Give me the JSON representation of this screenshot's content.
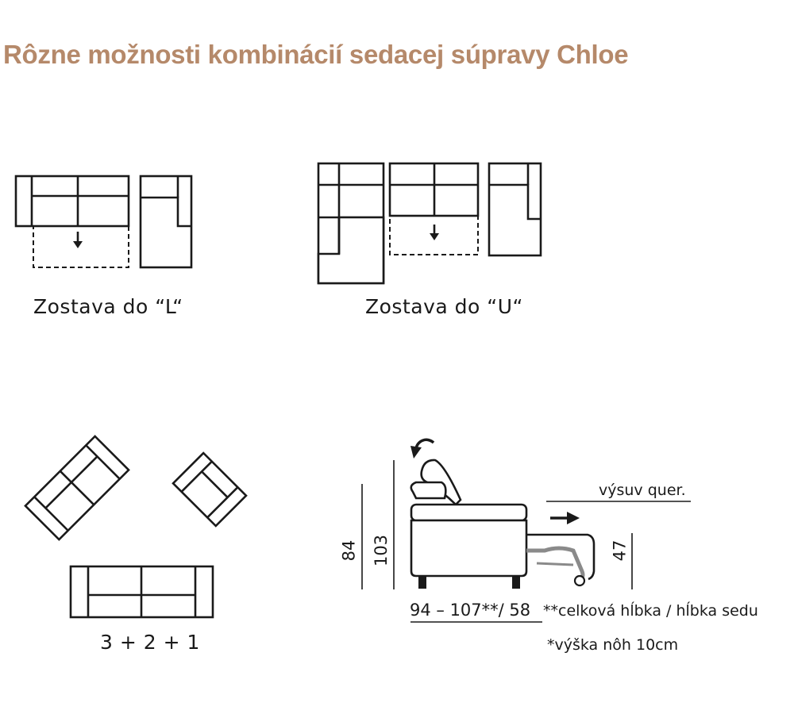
{
  "title": "Rôzne možnosti kombinácií sedacej súpravy Chloe",
  "colors": {
    "title": "#b5896a",
    "lines": "#1a1a1a",
    "mechanism": "#8a8a8a"
  },
  "layouts": {
    "l_shape": {
      "caption": "Zostava do “L“"
    },
    "u_shape": {
      "caption": "Zostava do “U“"
    },
    "set_321": {
      "caption": "3 + 2 + 1"
    }
  },
  "profile": {
    "height_84": "84",
    "height_103": "103",
    "height_47": "47",
    "pullout_label": "výsuv quer.",
    "depth_value": "94  –  107**/  58",
    "depth_note": "**celková hĺbka / hĺbka sedu",
    "legs_note": "*výška nôh  10cm"
  }
}
